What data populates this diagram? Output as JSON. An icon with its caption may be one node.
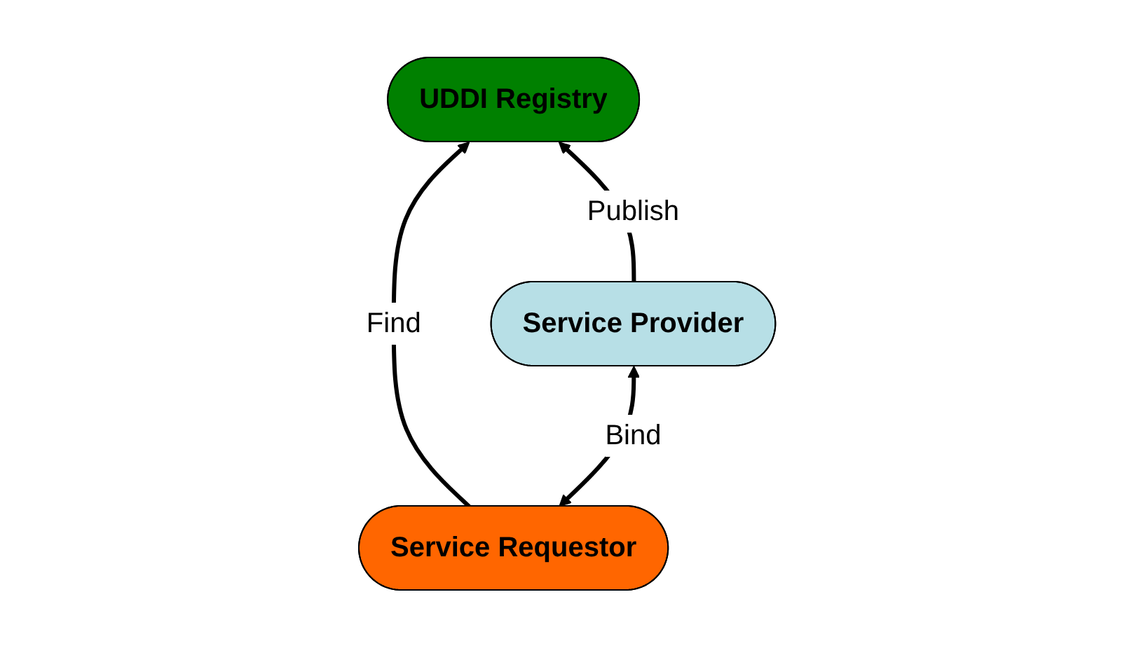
{
  "diagram": {
    "nodes": [
      {
        "text": [
          "UDDI Registry"
        ]
      },
      {
        "text": [
          "Service Requestor"
        ]
      },
      {
        "text": [
          "Service Provider"
        ]
      }
    ],
    "edges": [
      {
        "from": 1,
        "to": 0,
        "arrow": "to",
        "label": "Find"
      },
      {
        "from": 2,
        "to": 0,
        "arrow": "to",
        "label": "Publish"
      },
      {
        "from": 1,
        "to": 2,
        "arrow": "both",
        "label": "Bind"
      }
    ]
  }
}
